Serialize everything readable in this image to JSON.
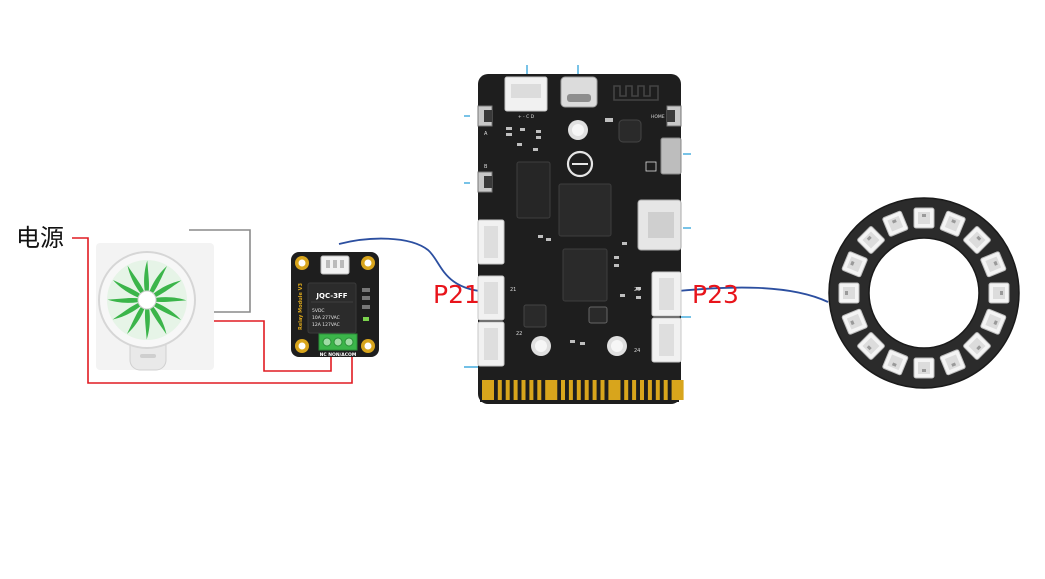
{
  "labels": {
    "power": "电源",
    "pin_relay": "P21",
    "pin_ring": "P23"
  },
  "relay": {
    "title": "Relay Module V3",
    "part": "JQC-3FF",
    "spec_coil": "5VDC",
    "spec_ac": "10A 277VAC",
    "spec_ac2": "12A 127VAC",
    "terminals": "NC NON/ACOM"
  },
  "board": {
    "button_a": "A",
    "button_b": "B",
    "home": "HOME",
    "gpio_21": "21",
    "gpio_22": "22",
    "gpio_23": "23",
    "gpio_24": "24",
    "header_top": "+ - C D"
  },
  "colors": {
    "label_red": "#e8141b",
    "wire_blue": "#2c4fa0",
    "wire_red": "#e11b22",
    "wire_gray": "#8a8a8a",
    "board_black": "#1e1e1e",
    "gold": "#d8a51c",
    "fan_green": "#3bb54a",
    "ring_dark": "#2b2b2b"
  }
}
